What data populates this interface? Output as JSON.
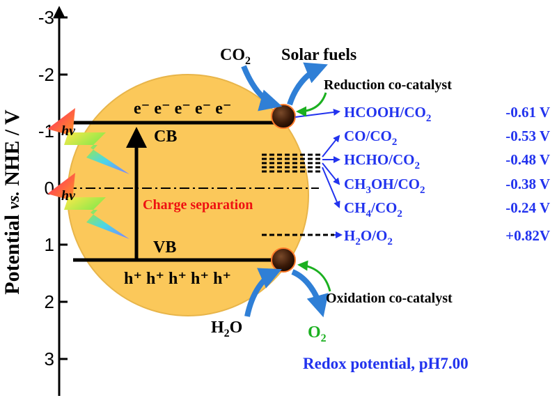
{
  "axis": {
    "label_a": "Potential ",
    "label_vs": "vs.",
    "label_b": " NHE / V",
    "ticks": [
      "-3",
      "-2",
      "-1",
      "0",
      "1",
      "2",
      "3"
    ]
  },
  "bands": {
    "cb_label": "CB",
    "vb_label": "VB",
    "electrons": "e⁻ e⁻ e⁻ e⁻ e⁻",
    "holes": "h⁺ h⁺ h⁺ h⁺ h⁺",
    "charge_separation": "Charge separation"
  },
  "light": {
    "symbol": "hv"
  },
  "reduction": {
    "reactant": "CO",
    "reactant_sub": "2",
    "product": "Solar fuels",
    "cocatalyst": "Reduction co-catalyst"
  },
  "oxidation": {
    "reactant_a": "H",
    "reactant_sub": "2",
    "reactant_b": "O",
    "product": "O",
    "product_sub": "2",
    "cocatalyst": "Oxidation co-catalyst"
  },
  "couples": [
    {
      "parts": [
        [
          "HCOOH/CO",
          false
        ],
        [
          "2",
          true
        ]
      ],
      "potential": "-0.61 V"
    },
    {
      "parts": [
        [
          "CO/CO",
          false
        ],
        [
          "2",
          true
        ]
      ],
      "potential": "-0.53 V"
    },
    {
      "parts": [
        [
          "HCHO/CO",
          false
        ],
        [
          "2",
          true
        ]
      ],
      "potential": "-0.48 V"
    },
    {
      "parts": [
        [
          "CH",
          false
        ],
        [
          "3",
          true
        ],
        [
          "OH/CO",
          false
        ],
        [
          "2",
          true
        ]
      ],
      "potential": "-0.38 V"
    },
    {
      "parts": [
        [
          "CH",
          false
        ],
        [
          "4",
          true
        ],
        [
          "/CO",
          false
        ],
        [
          "2",
          true
        ]
      ],
      "potential": "-0.24 V"
    },
    {
      "parts": [
        [
          "H",
          false
        ],
        [
          "2",
          true
        ],
        [
          "O/O",
          false
        ],
        [
          "2",
          true
        ]
      ],
      "potential": "+0.82V"
    }
  ],
  "footer": "Redox potential, pH7.00",
  "colors": {
    "particle": "#fbc85a",
    "particle_edge": "#e8b54a",
    "blue_text": "#2233ee",
    "green": "#1bb020",
    "arrow_blue": "#2f7fd6",
    "red_text": "#ee1111"
  }
}
